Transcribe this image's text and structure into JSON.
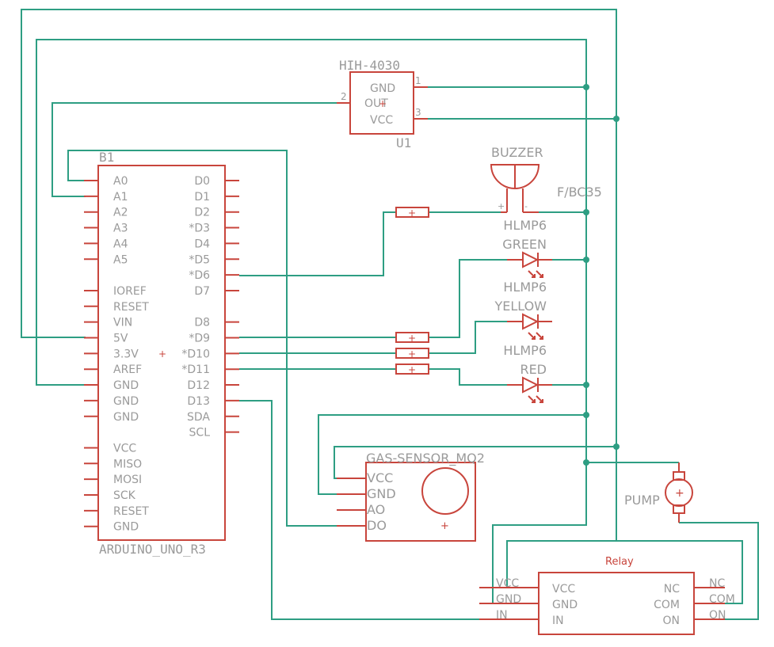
{
  "arduino": {
    "name": "B1",
    "part": "ARDUINO_UNO_R3",
    "left_pins": [
      "A0",
      "A1",
      "A2",
      "A3",
      "A4",
      "A5",
      "",
      "IOREF",
      "RESET",
      "VIN",
      "5V",
      "3.3V",
      "AREF",
      "GND",
      "GND",
      "GND",
      "",
      "VCC",
      "MISO",
      "MOSI",
      "SCK",
      "RESET",
      "GND"
    ],
    "right_pins": [
      "D0",
      "D1",
      "D2",
      "*D3",
      "D4",
      "*D5",
      "*D6",
      "D7",
      "",
      "D8",
      "*D9",
      "*D10",
      "*D11",
      "D12",
      "D13",
      "SDA",
      "SCL"
    ]
  },
  "humidity_sensor": {
    "part": "HIH-4030",
    "name": "U1",
    "pins": [
      "GND",
      "OUT",
      "VCC"
    ],
    "pin_numbers": [
      "1",
      "2",
      "3"
    ]
  },
  "buzzer": {
    "part": "BUZZER",
    "transistor": "F/BC35",
    "pol_pos": "+",
    "pol_neg": "-"
  },
  "leds": [
    {
      "part": "HLMP6",
      "color": "GREEN"
    },
    {
      "part": "HLMP6",
      "color": "YELLOW"
    },
    {
      "part": "HLMP6",
      "color": "RED"
    }
  ],
  "gas_sensor": {
    "part": "GAS-SENSOR_MQ2",
    "pins": [
      "VCC",
      "GND",
      "AO",
      "DO"
    ]
  },
  "pump": {
    "label": "PUMP"
  },
  "relay": {
    "title": "Relay",
    "ext_left": [
      "VCC",
      "GND",
      "IN"
    ],
    "int_left": [
      "VCC",
      "GND",
      "IN"
    ],
    "int_right": [
      "NC",
      "COM",
      "ON"
    ],
    "ext_right": [
      "NC",
      "COM",
      "ON"
    ]
  },
  "colors": {
    "component": "#c8453c",
    "wire": "#2e9e83",
    "label": "#9a9a9a"
  }
}
